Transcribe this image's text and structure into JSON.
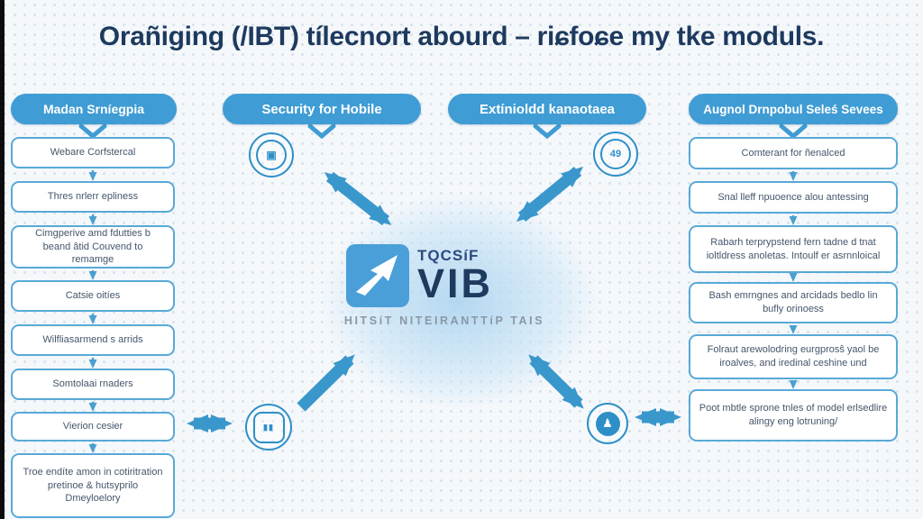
{
  "title": "Orañiging (/IBT) tílecnort abourd – riɕfoɕe my tke moduls.",
  "columns": {
    "left": {
      "header": "Madan Srníegpia",
      "boxes": [
        "Webare Corfstercal",
        "Thres nrlerr epliness",
        "Cimgperive amd fdutties b beand âtid Couvend to remamge",
        "Catsie oitíes",
        "Wilfliasarmend s arrids",
        "Somtolaai rnaders",
        "Vierion cesier",
        "Troe endíte amon in cotiritration pretinoe & hutsyprilo Dmeyloelory"
      ]
    },
    "right": {
      "header": "Augnol Drnpobul Seleś Sevees",
      "boxes": [
        "Comterant for ñenalced",
        "Snal lleff npuoence alou antessing",
        "Rabarh terprypstend fern tadne d tnat ioltldress anoletas. Intoulf er asrnnloical",
        "Bash emrngnes and arcidads bedlo lin bufly orinoess",
        "Folraut arewolodring eurgprosŝ yaol be iroalves, and iredinal ceshine und",
        "Poot mbtle sprone tnles of model erlsedlire alingy eng lotruning/"
      ]
    }
  },
  "middle_headers": {
    "left": "Security for Hobile",
    "right": "Extínioldd kanaotaea"
  },
  "center": {
    "logo_top": "TQCSíF",
    "logo_main": "VIB",
    "tagline": "HITSíT NITEIRANTTíP TAIS"
  },
  "badges": {
    "top_left_glyph": "▣",
    "top_right_glyph": "49",
    "bottom_left_glyph": "▮▮",
    "bottom_right_glyph": "♟"
  },
  "colors": {
    "accent_blue": "#3f9cd4",
    "arrow_blue": "#3a97cc",
    "box_border": "#58a9d7",
    "box_text": "#44566b",
    "title_navy": "#1d3a5e",
    "logo_navy": "#1e3a5f",
    "logo_square_blue": "#4a9fd8",
    "tagline_gray": "#8b98a6"
  }
}
